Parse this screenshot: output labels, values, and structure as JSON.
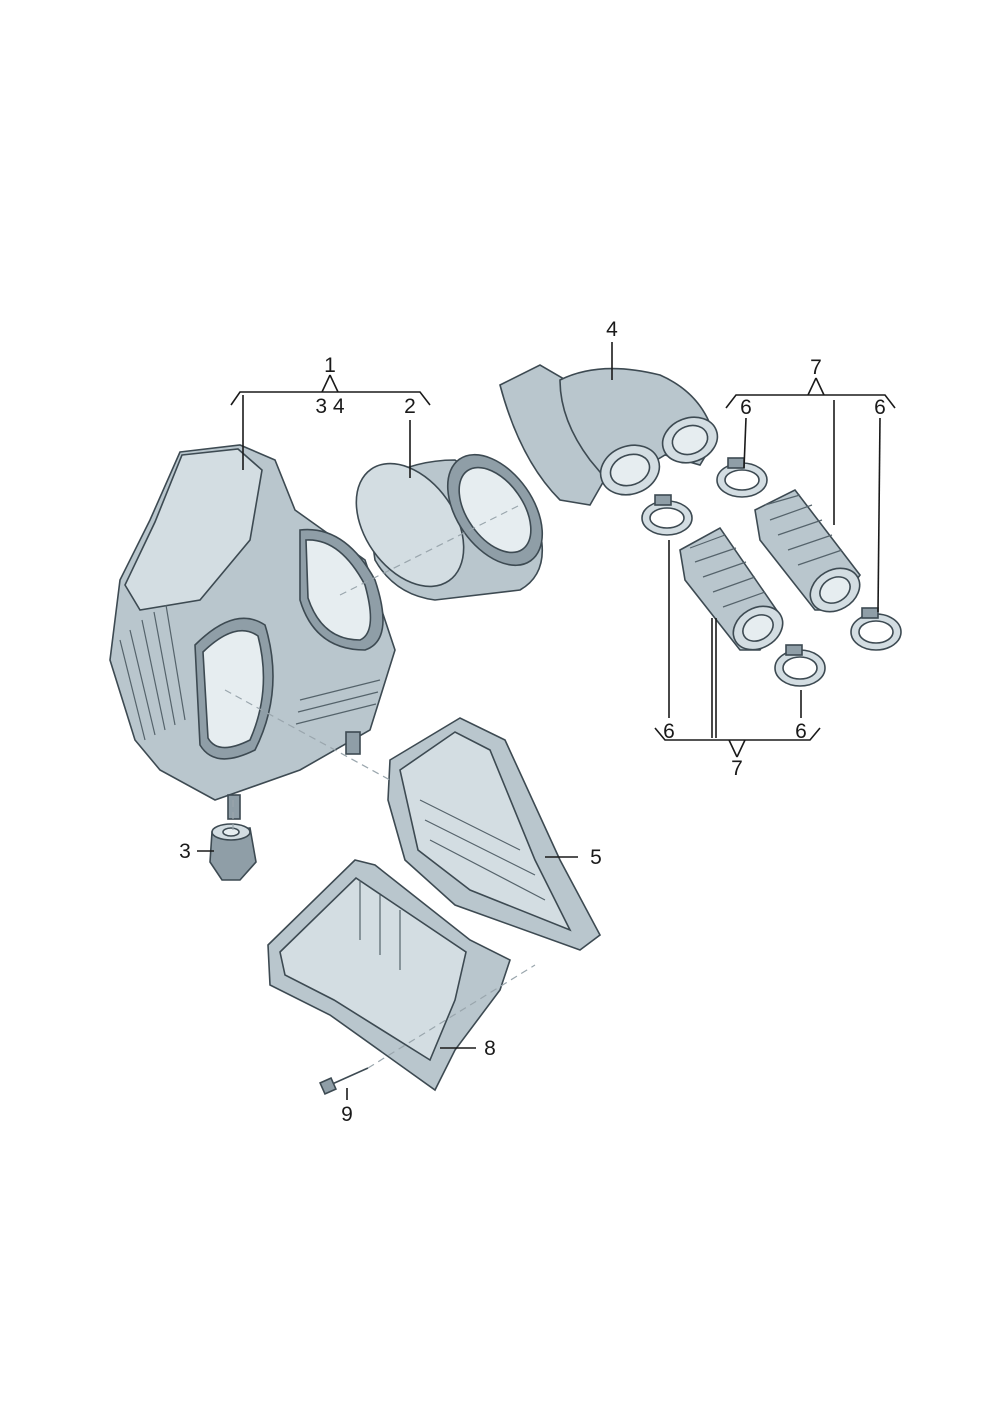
{
  "callouts": {
    "c1": "1",
    "c1_sub": "3 4",
    "c2": "2",
    "c3": "3",
    "c4": "4",
    "c5": "5",
    "c6_a": "6",
    "c6_b": "6",
    "c6_c": "6",
    "c6_d": "6",
    "c7_top": "7",
    "c7_bottom": "7",
    "c8": "8",
    "c9": "9"
  },
  "colors": {
    "part_fill": "#b9c6cd",
    "part_light": "#d3dde2",
    "part_dark": "#8f9ea7",
    "outline": "#3d4a52",
    "leader": "#1a1a1a"
  }
}
